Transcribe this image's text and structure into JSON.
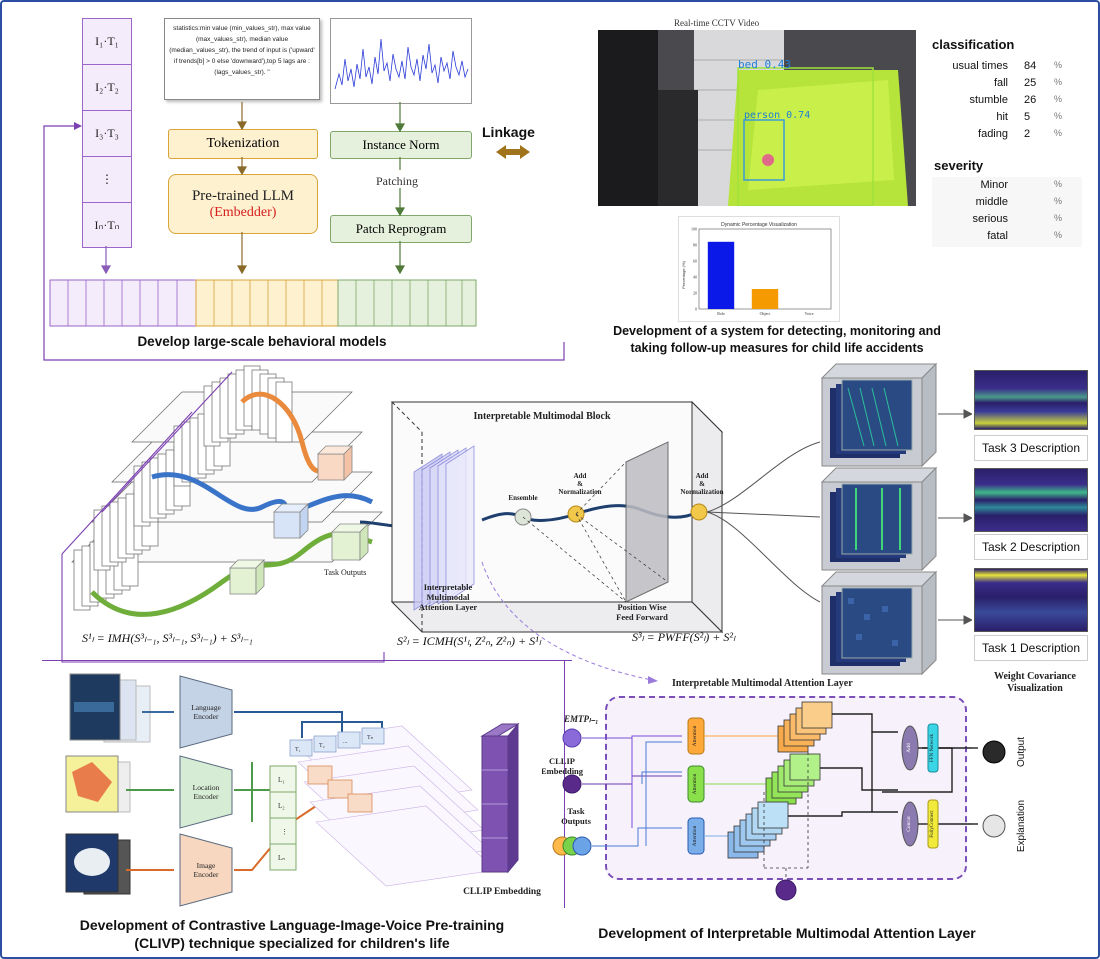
{
  "top_left": {
    "tokens": [
      "I₁·T₁",
      "I₂·T₂",
      "I₃·T₃",
      "⋮",
      "Iₙ·Tₙ"
    ],
    "stats_text": "statistics:min value (min_values_str), max value (max_values_str), median value (median_values_str), the trend of input is ('upward' if trends[b] > 0 else 'downward'),top 5 lags are :(lags_values_str). \"",
    "tokenization": "Tokenization",
    "llm_line1": "Pre-trained LLM",
    "llm_line2": "(Embedder)",
    "instance_norm": "Instance Norm",
    "patching": "Patching",
    "patch_reprogram": "Patch Reprogram",
    "linkage": "Linkage",
    "caption": "Develop large-scale behavioral models"
  },
  "top_right": {
    "video_title": "Real-time CCTV Video",
    "det_bed": "bed 0.43",
    "det_person": "person 0.74",
    "classification_title": "classification",
    "classification": [
      {
        "label": "usual times",
        "value": "84",
        "unit": "%"
      },
      {
        "label": "fall",
        "value": "25",
        "unit": "%"
      },
      {
        "label": "stumble",
        "value": "26",
        "unit": "%"
      },
      {
        "label": "hit",
        "value": "5",
        "unit": "%"
      },
      {
        "label": "fading",
        "value": "2",
        "unit": "%"
      }
    ],
    "severity_title": "severity",
    "severity": [
      {
        "label": "Minor",
        "unit": "%"
      },
      {
        "label": "middle",
        "unit": "%"
      },
      {
        "label": "serious",
        "unit": "%"
      },
      {
        "label": "fatal",
        "unit": "%"
      }
    ],
    "mini_chart_title": "Dynamic Percentage Visualization",
    "caption_line1": "Development of a system for detecting, monitoring and",
    "caption_line2": "taking follow-up measures for child life accidents"
  },
  "chart_data": {
    "type": "bar",
    "title": "Dynamic Percentage Visualization",
    "categories": [
      "Role",
      "Object",
      "Voice"
    ],
    "values": [
      84,
      25,
      0
    ],
    "colors": [
      "#0a18e8",
      "#f59a00",
      "#888888"
    ],
    "ylim": [
      0,
      100
    ],
    "yticks": [
      0,
      20,
      40,
      60,
      80,
      100
    ],
    "ylabel": "Percentage (%)"
  },
  "middle": {
    "block_title": "Interpretable Multimodal Block",
    "ensemble": "Ensemble",
    "add_norm": "Add & Normalization",
    "task_outputs": "Task Outputs",
    "attention_layer_label": "Interpretable Multimodal Attention Layer",
    "pwff_label": "Position Wise Feed Forward",
    "eq1": "S¹ₗ = IMH(S³ₗ₋₁, S³ₗ₋₁, S³ₗ₋₁) + S³ₗ₋₁",
    "eq2": "S²ₗ = ICMH(S¹ₗ, Z²ₙ, Z²ₙ) + S¹ₗ",
    "eq3": "S³ₗ = PWFF(S²ₗ) + S²ₗ",
    "ima_link_label": "Interpretable Multimodal Attention Layer",
    "task3": "Task 3 Description",
    "task2": "Task 2 Description",
    "task1": "Task 1 Description",
    "weight_cov": "Weight Covariance Visualization"
  },
  "bottom_left": {
    "language_encoder": "Language Encoder",
    "location_encoder": "Location Encoder",
    "image_encoder": "Image Encoder",
    "t_labels": [
      "T₁",
      "T₂",
      "...",
      "Tₙ"
    ],
    "l_labels": [
      "L₁",
      "L₂",
      "⋮",
      "Lₙ"
    ],
    "clip_embedding": "CLLIP Embedding",
    "caption_line1": "Development of Contrastive Language-Image-Voice Pre-training",
    "caption_line2": "(CLIVP) technique specialized for children's life"
  },
  "bottom_right": {
    "emtp": "EMTPₗ₋₁",
    "clip_embedding_line1": "CLLIP",
    "clip_embedding_line2": "Embedding",
    "task_outputs_line1": "Task",
    "task_outputs_line2": "Outputs",
    "attention": "Attention",
    "add": "Add",
    "concat": "Concat",
    "ffn": "FFN Network",
    "fcl": "FullyConnect",
    "output": "Output",
    "explanation": "Explanation",
    "caption": "Development of Interpretable Multimodal Attention Layer"
  }
}
